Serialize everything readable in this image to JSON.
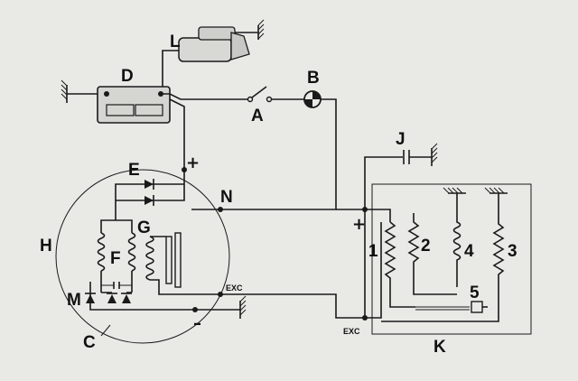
{
  "labels": {
    "A": "A",
    "B": "B",
    "C": "C",
    "D": "D",
    "E": "E",
    "F": "F",
    "G": "G",
    "H": "H",
    "J": "J",
    "K": "K",
    "L": "L",
    "M": "M",
    "N": "N",
    "n1": "1",
    "n2": "2",
    "n3": "3",
    "n4": "4",
    "n5": "5"
  },
  "signs": {
    "plus_top": "+",
    "plus_right": "+",
    "minus": "–"
  },
  "exc": {
    "left": "EXC",
    "right": "EXC"
  }
}
